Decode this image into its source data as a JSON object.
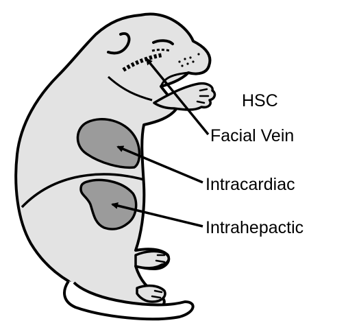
{
  "title": "HSC",
  "labels": {
    "facial_vein": "Facial Vein",
    "intracardiac": "Intracardiac",
    "intrahepatic": "Intrahepactic"
  },
  "colors": {
    "body_fill": "#e3e3e3",
    "organ_fill": "#9b9b9b",
    "outline": "#000000",
    "background": "#ffffff"
  }
}
